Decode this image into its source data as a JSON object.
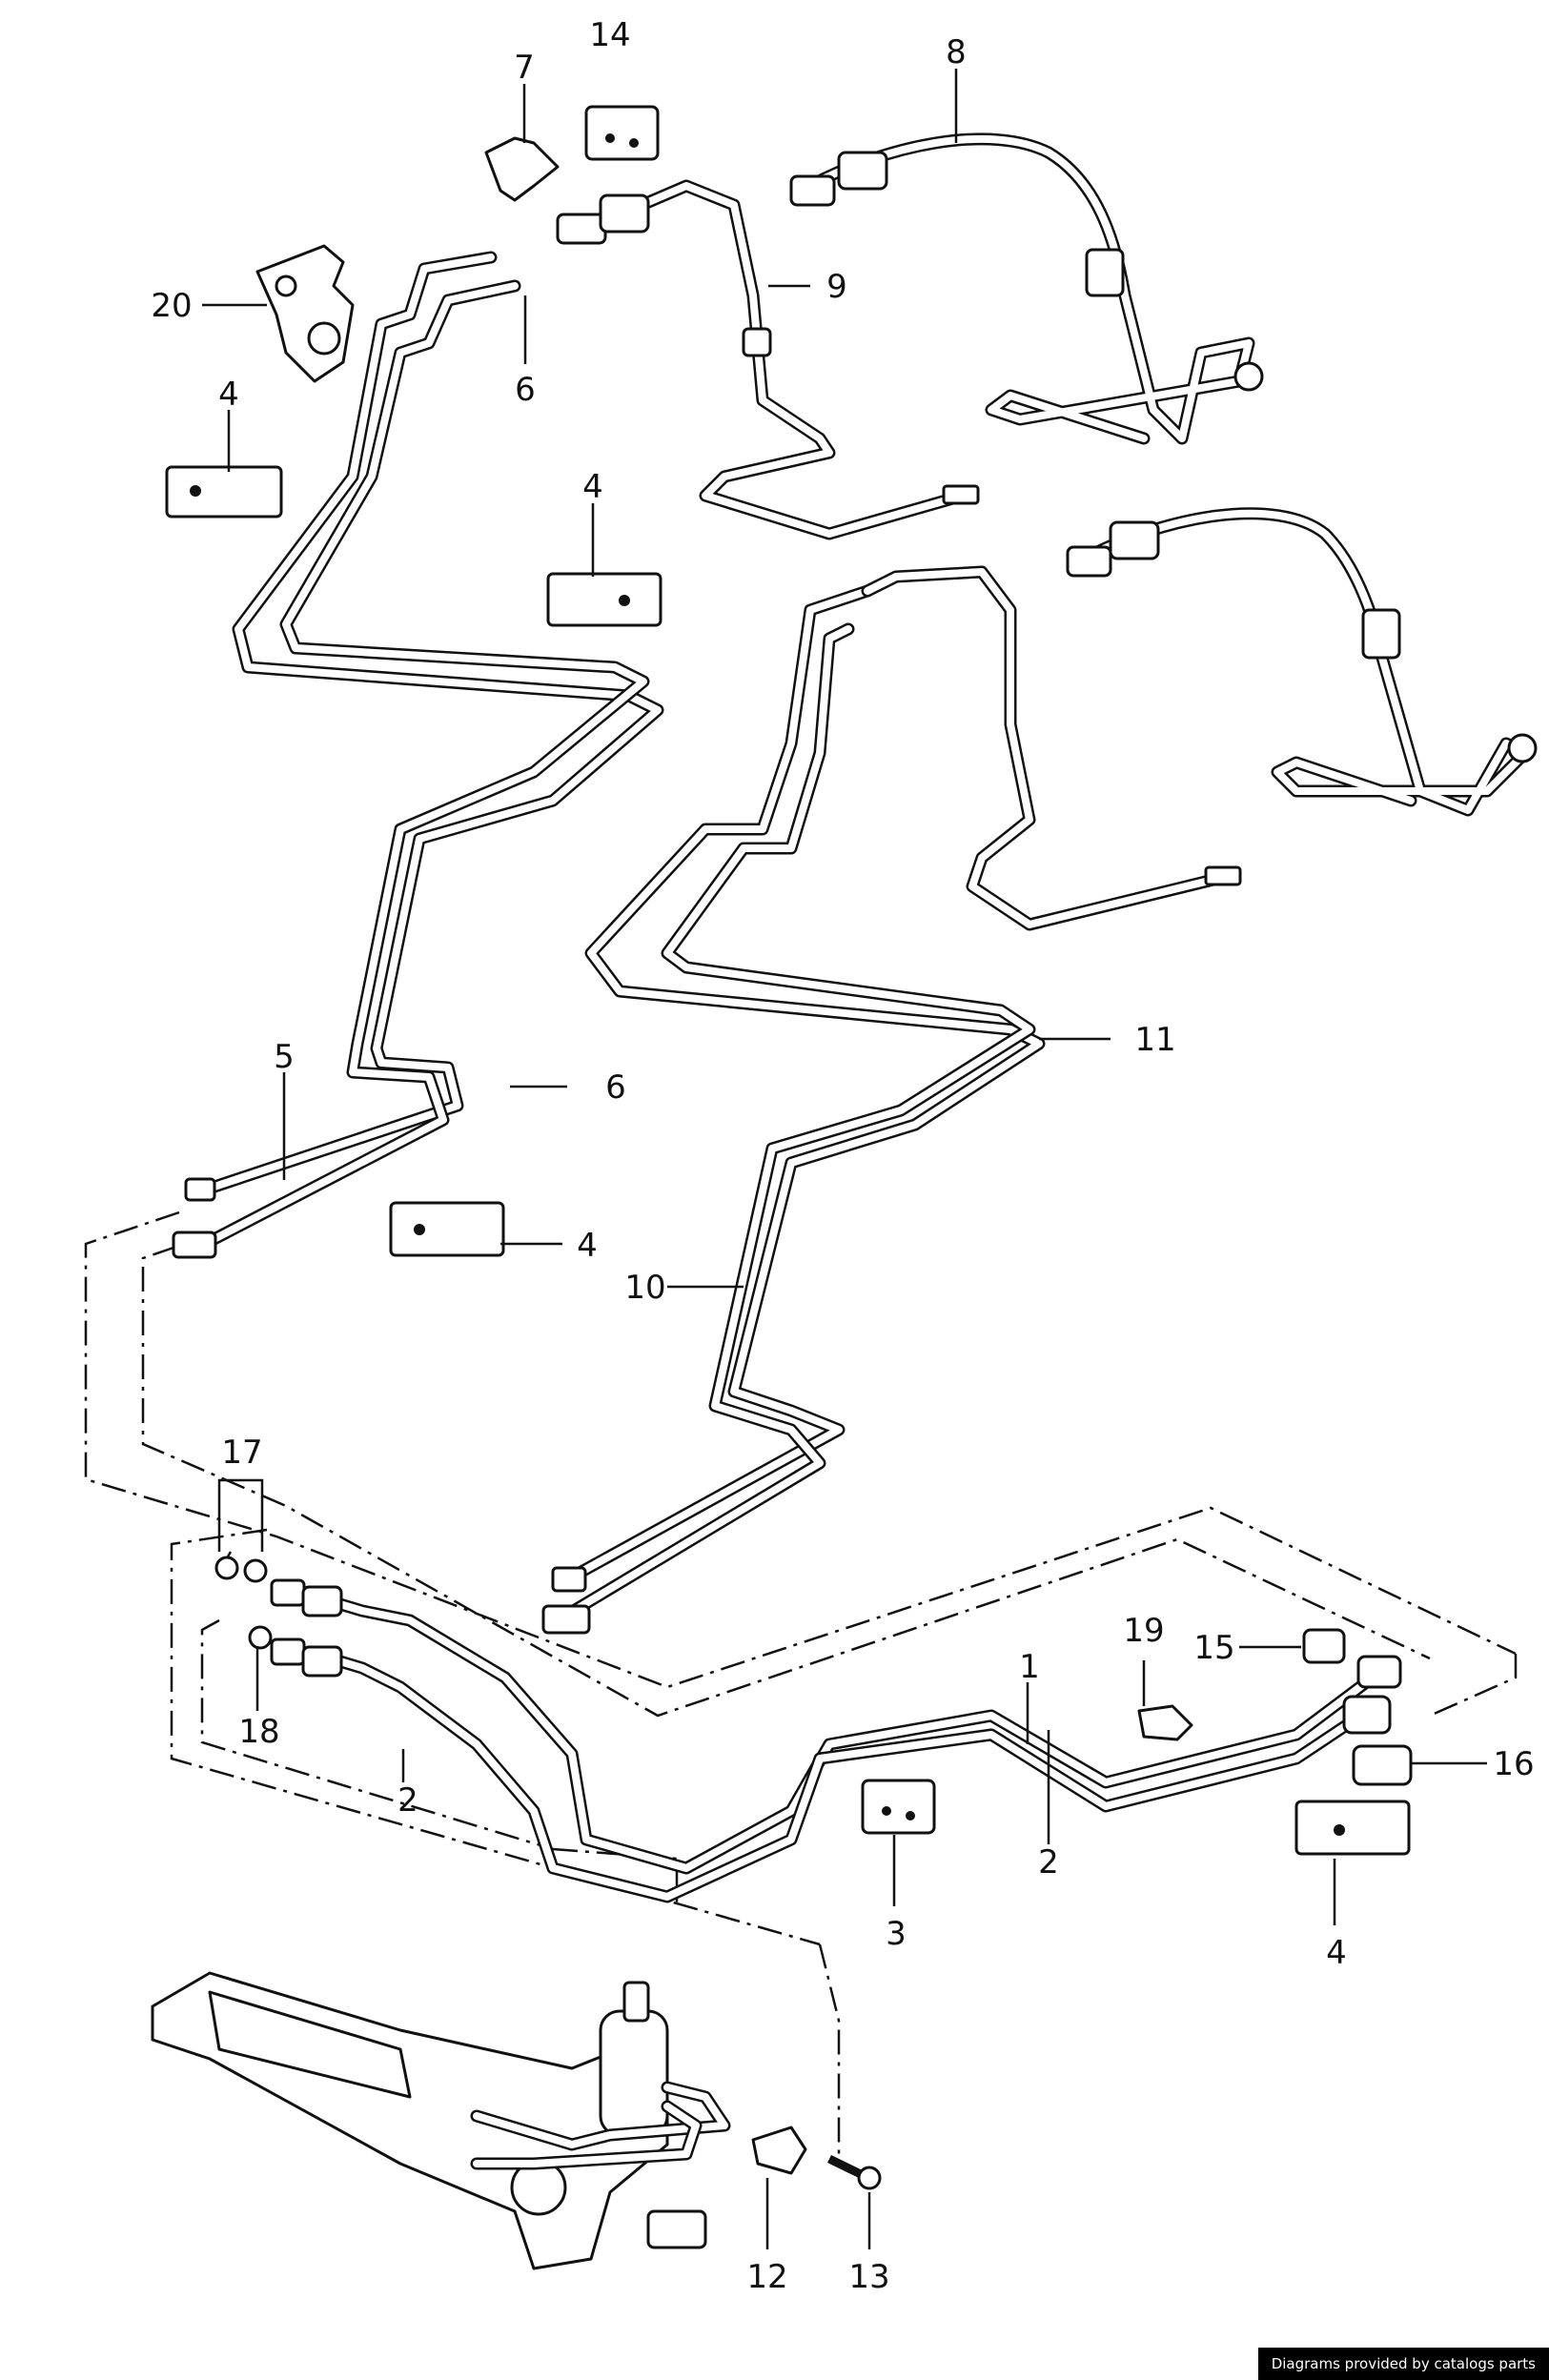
{
  "diagram": {
    "callouts": {
      "c1": "1",
      "c2a": "2",
      "c2b": "2",
      "c3": "3",
      "c4a": "4",
      "c4b": "4",
      "c4c": "4",
      "c4d": "4",
      "c5": "5",
      "c6a": "6",
      "c6b": "6",
      "c7": "7",
      "c8": "8",
      "c9": "9",
      "c10": "10",
      "c11": "11",
      "c12": "12",
      "c13": "13",
      "c14": "14",
      "c15": "15",
      "c16": "16",
      "c17": "17",
      "c18": "18",
      "c19": "19",
      "c20": "20"
    }
  },
  "footer": {
    "credit": "Diagrams provided by catalogs parts"
  }
}
